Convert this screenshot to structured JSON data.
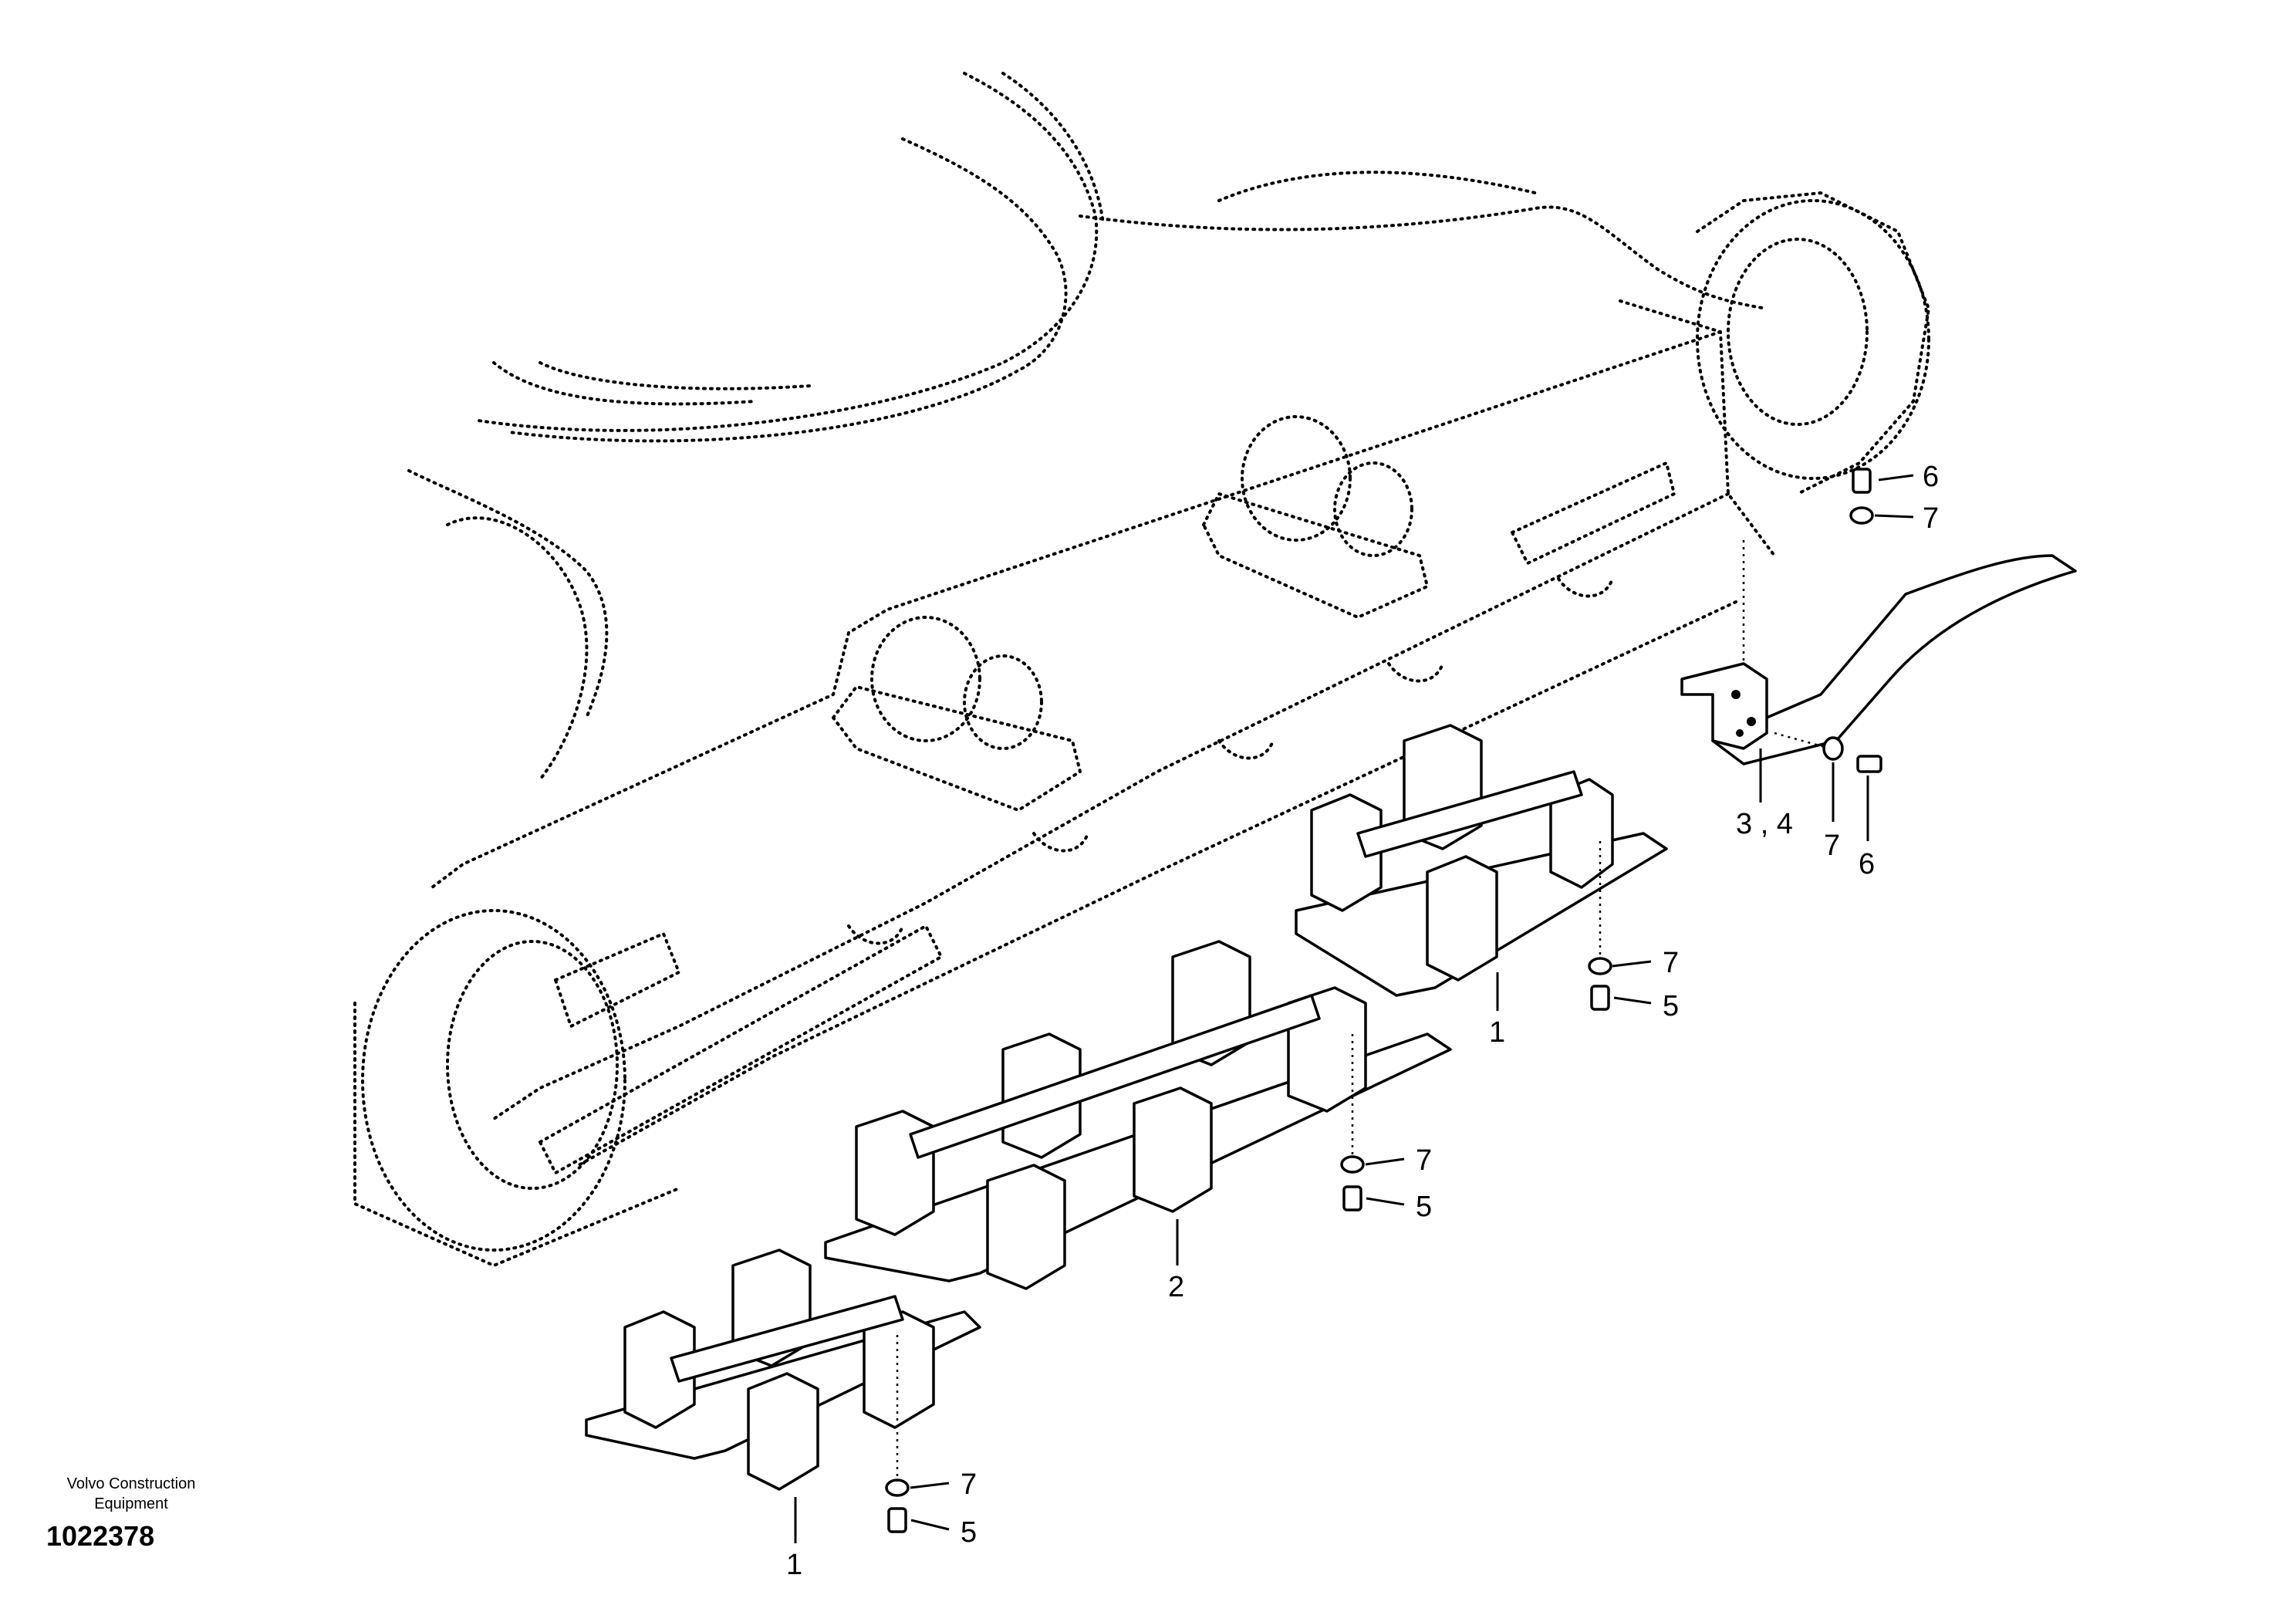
{
  "footer": {
    "brand_line1": "Volvo Construction",
    "brand_line2": "Equipment",
    "drawing_number": "1022378"
  },
  "callouts": {
    "c1_right": "1",
    "c1_left": "1",
    "c2": "2",
    "c34": "3 , 4",
    "c5_a": "5",
    "c5_b": "5",
    "c5_c": "5",
    "c6_top": "6",
    "c6_right": "6",
    "c7_top": "7",
    "c7_right": "7",
    "c7_a": "7",
    "c7_b": "7",
    "c7_c": "7"
  }
}
